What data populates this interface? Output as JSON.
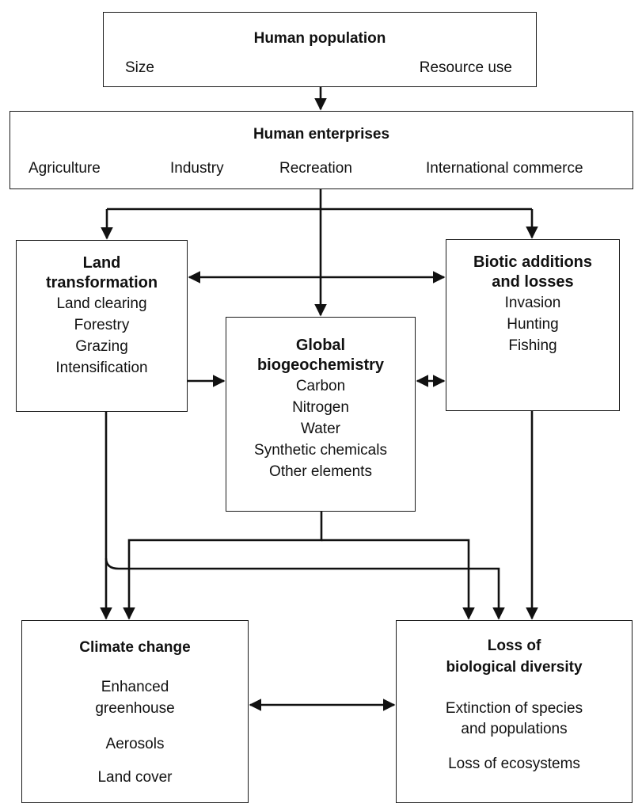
{
  "human_population": {
    "title": "Human population",
    "items": [
      "Size",
      "Resource use"
    ]
  },
  "human_enterprises": {
    "title": "Human enterprises",
    "items": [
      "Agriculture",
      "Industry",
      "Recreation",
      "International commerce"
    ]
  },
  "land_transformation": {
    "title_lines": [
      "Land",
      "transformation"
    ],
    "items": [
      "Land clearing",
      "Forestry",
      "Grazing",
      "Intensification"
    ]
  },
  "biotic": {
    "title_lines": [
      "Biotic additions",
      "and losses"
    ],
    "items": [
      "Invasion",
      "Hunting",
      "Fishing"
    ]
  },
  "biogeochemistry": {
    "title_lines": [
      "Global",
      "biogeochemistry"
    ],
    "items": [
      "Carbon",
      "Nitrogen",
      "Water",
      "Synthetic chemicals",
      "Other elements"
    ]
  },
  "climate_change": {
    "title": "Climate change",
    "items": [
      "Enhanced",
      "greenhouse",
      "Aerosols",
      "Land cover"
    ]
  },
  "biodiversity_loss": {
    "title_lines": [
      "Loss of",
      "biological diversity"
    ],
    "items": [
      "Extinction of species",
      "and populations",
      "Loss of ecosystems"
    ]
  }
}
